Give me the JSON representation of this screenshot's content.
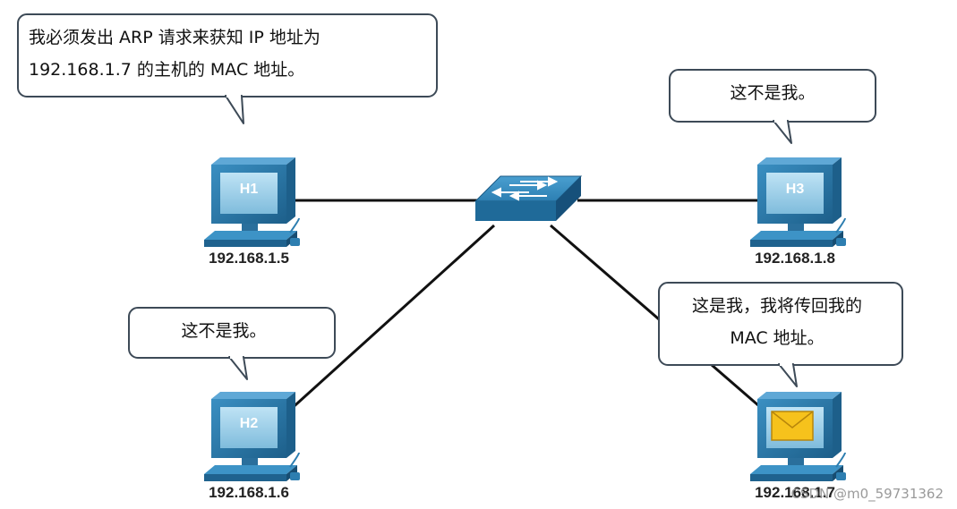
{
  "hosts": [
    {
      "id": "h1",
      "label": "H1",
      "ip": "192.168.1.5"
    },
    {
      "id": "h2",
      "label": "H2",
      "ip": "192.168.1.6"
    },
    {
      "id": "h3",
      "label": "H3",
      "ip": "192.168.1.8"
    },
    {
      "id": "h4",
      "label": "",
      "ip": "192.168.1.7",
      "icon": "envelope-icon"
    }
  ],
  "bubbles": {
    "h1": {
      "line1": "我必须发出 ARP 请求来获知 IP 地址为",
      "line2": "192.168.1.7 的主机的 MAC 地址。"
    },
    "h2": {
      "line1": "这不是我。"
    },
    "h3": {
      "line1": "这不是我。"
    },
    "h4": {
      "line1": "这是我，我将传回我的",
      "line2": "MAC 地址。"
    }
  },
  "switch": {
    "icon": "network-switch-icon"
  },
  "watermark": "CSDN @m0_59731362",
  "colors": {
    "device": "#2d7eb0",
    "screen": "#9fd0ea",
    "line": "#111111",
    "bubble_border": "#3d4a57"
  }
}
